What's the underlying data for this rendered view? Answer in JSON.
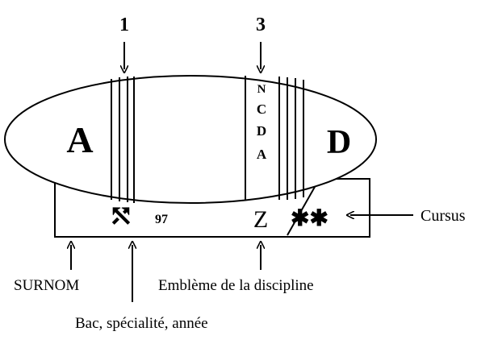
{
  "markers": {
    "left_number": "1",
    "right_number": "3"
  },
  "oval": {
    "left_letter": "A",
    "right_letter": "D",
    "vertical_letters": [
      "N",
      "C",
      "D",
      "A"
    ]
  },
  "band": {
    "emblem_symbol": "⤲",
    "year": "97",
    "discipline_letter": "Z",
    "cursus_symbols": "✱✱"
  },
  "labels": {
    "cursus": "Cursus",
    "surnom": "SURNOM",
    "emblem_discipline": "Emblème de la discipline",
    "bac": "Bac, spécialité, année"
  },
  "colors": {
    "ink": "#000000",
    "paper": "#ffffff"
  }
}
